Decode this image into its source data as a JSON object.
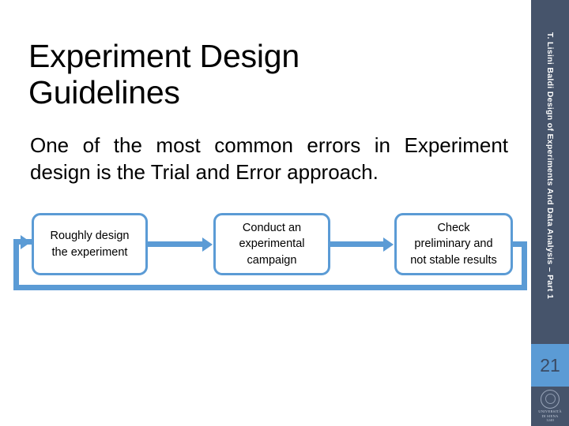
{
  "slide": {
    "title": "Experiment Design\nGuidelines",
    "body": "One of the most common errors in Experiment design is the Trial and Error approach.",
    "page_number": "21",
    "background_color": "#ffffff"
  },
  "diagram": {
    "type": "flowchart",
    "accent_color": "#5B9BD5",
    "boxes": [
      {
        "id": "box-1",
        "label": "Roughly design\nthe experiment"
      },
      {
        "id": "box-2",
        "label": "Conduct an\nexperimental\ncampaign"
      },
      {
        "id": "box-3",
        "label": "Check\npreliminary and\nnot stable results"
      }
    ],
    "connectors": [
      {
        "from": "box-1",
        "to": "box-2",
        "style": "arrow-right"
      },
      {
        "from": "box-2",
        "to": "box-3",
        "style": "arrow-right"
      },
      {
        "from": "box-3",
        "to": "box-1",
        "style": "feedback-loop"
      }
    ]
  },
  "sidebar": {
    "running_title": "T. Lisini Baldi Design of Experiments And Data Analysis – Part 1",
    "band_color": "#46546B",
    "page_band_color": "#5B9BD5",
    "logo": {
      "name": "universita-di-siena-logo",
      "text": "UNIVERSITÀ\nDI SIENA\n1240"
    }
  }
}
